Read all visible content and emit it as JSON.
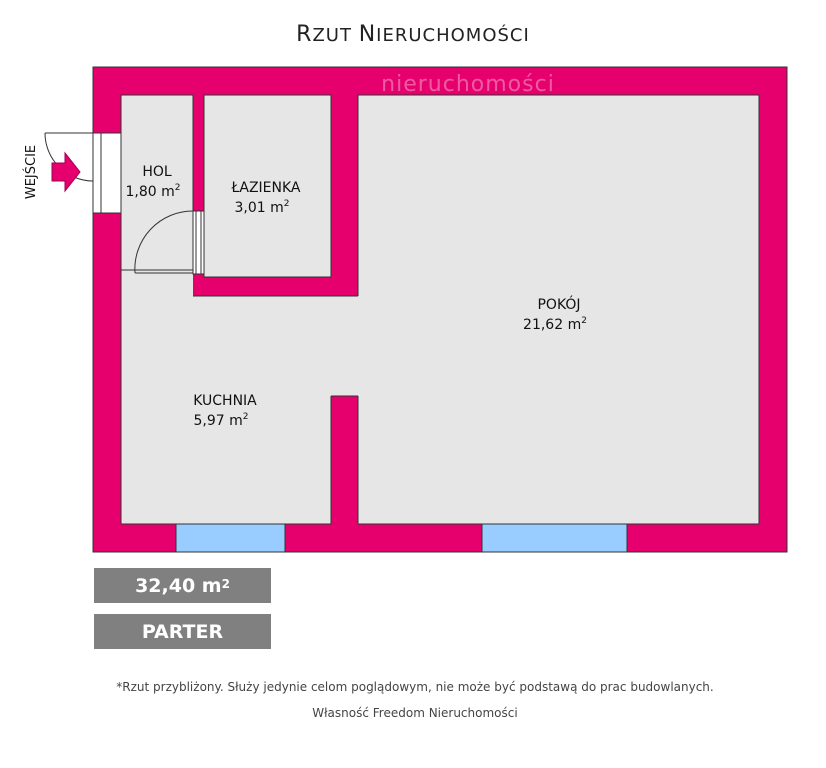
{
  "title": {
    "prefix": "R",
    "rest": "ZUT ",
    "n": "N",
    "rest2": "IERUCHOMOŚCI"
  },
  "watermark": "nieruchomości",
  "entry_label": "WEJŚCIE",
  "rooms": [
    {
      "name": "HOL",
      "area": "1,80 m",
      "unit_exp": "2"
    },
    {
      "name": "ŁAZIENKA",
      "area": "3,01 m",
      "unit_exp": "2"
    },
    {
      "name": "POKÓJ",
      "area": "21,62 m",
      "unit_exp": "2"
    },
    {
      "name": "KUCHNIA",
      "area": "5,97 m",
      "unit_exp": "2"
    }
  ],
  "colors": {
    "wall": "#e5006e",
    "floor": "#e6e6e6",
    "window": "#99ccff",
    "badge": "#808080"
  },
  "total_area": {
    "value": "32,40 m",
    "unit_exp": "2"
  },
  "floor_level": "PARTER",
  "disclaimer": "*Rzut przybliżony. Służy jedynie celom poglądowym, nie może być podstawą do prac budowlanych.",
  "ownership": "Własność Freedom Nieruchomości"
}
